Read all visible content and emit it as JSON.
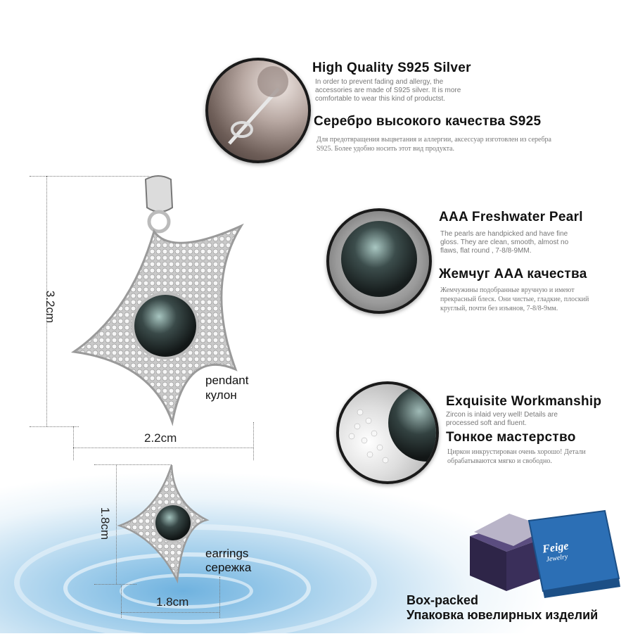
{
  "features": [
    {
      "title_en": "High Quality S925 Silver",
      "desc_en": "In order to prevent fading and allergy, the accessories are made of S925 silver. It is more comfortable to wear this kind of productst.",
      "title_ru": "Серебро высокого качества S925",
      "desc_ru": "Для предотвращения выцветания и аллергии, аксессуар изготовлен из серебра S925. Более удобно носить этот вид продукта."
    },
    {
      "title_en": "AAA Freshwater Pearl",
      "desc_en": "The pearls are handpicked and have fine gloss. They are clean, smooth, almost no flaws, flat round , 7-8/8-9MM.",
      "title_ru": "Жемчуг AAA качества",
      "desc_ru": "Жемчужины подобранные вручную и имеют прекрасный блеск. Они чистые, гладкие, плоский круглый, почти без изъянов, 7-8/8-9мм."
    },
    {
      "title_en": "Exquisite Workmanship",
      "desc_en": "Zircon is inlaid very well! Details are processed soft and fluent.",
      "title_ru": "Тонкое мастерство",
      "desc_ru": "Циркон инкрустирован очень хорошо! Детали обрабатываются мягко и свободно."
    }
  ],
  "pendant": {
    "height": "3.2cm",
    "width": "2.2cm",
    "label_en": "pendant",
    "label_ru": "кулон"
  },
  "earrings": {
    "height": "1.8cm",
    "width": "1.8cm",
    "label_en": "earrings",
    "label_ru": "сережка"
  },
  "box": {
    "label_en": "Box-packed",
    "label_ru": "Упаковка ювелирных изделий",
    "brand": "Feige",
    "brand_sub": "Jewelry"
  },
  "colors": {
    "pearl": "#2f3b3a",
    "silver": "#d8d8d8",
    "water": "#7bb8e2",
    "box_blue": "#2c6fb5",
    "box_purple": "#3a2f5a"
  }
}
